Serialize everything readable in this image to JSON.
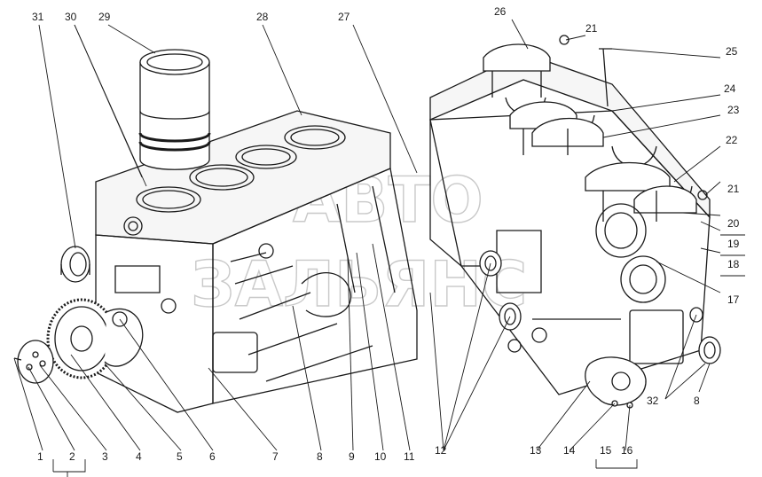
{
  "diagram": {
    "type": "exploded-parts-view",
    "colors": {
      "line": "#1a1a1a",
      "background": "#ffffff",
      "watermark": "#c9c9c9"
    },
    "watermark": {
      "line1": "ABTO",
      "line2": "ЗАЛЬЯНС"
    },
    "callouts": [
      "1",
      "2",
      "3",
      "4",
      "5",
      "6",
      "7",
      "8",
      "9",
      "10",
      "11",
      "12",
      "13",
      "14",
      "15",
      "16",
      "17",
      "18",
      "19",
      "20",
      "21",
      "21",
      "22",
      "23",
      "24",
      "25",
      "26",
      "27",
      "28",
      "29",
      "30",
      "31",
      "32",
      "8"
    ]
  }
}
